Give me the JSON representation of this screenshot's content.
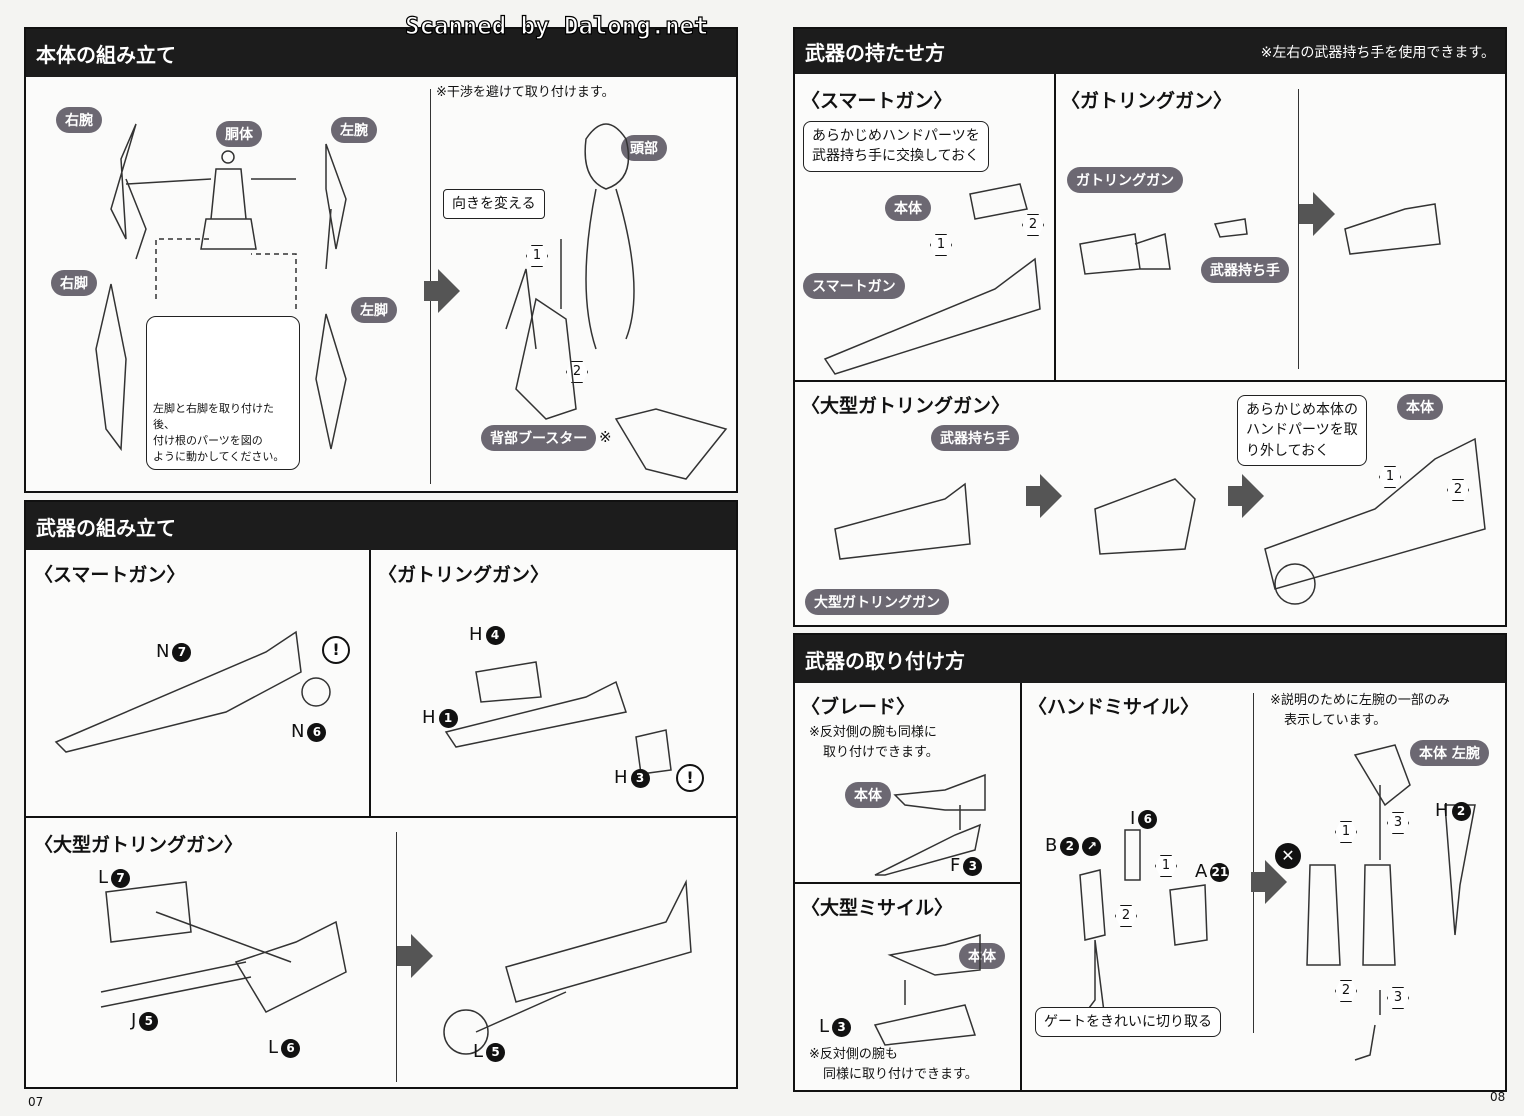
{
  "watermark": "Scanned by Dalong.net",
  "page_left": "07",
  "page_right": "08",
  "body_assembly": {
    "title": "本体の組み立て",
    "labels": {
      "right_arm": "右腕",
      "torso": "胴体",
      "left_arm": "左腕",
      "right_leg": "右脚",
      "left_leg": "左脚",
      "head": "頭部",
      "back_booster": "背部ブースター"
    },
    "booster_mark": "※",
    "note_interference": "※干渉を避けて取り付けます。",
    "turn_label": "向きを変える",
    "inset_note": [
      "左脚と右脚を取り付けた後、",
      "付け根のパーツを図の",
      "ように動かしてください。"
    ],
    "steps": [
      "1",
      "2"
    ]
  },
  "weapon_assembly": {
    "title": "武器の組み立て",
    "smart_gun": {
      "heading": "〈スマートガン〉",
      "parts": [
        {
          "letter": "N",
          "num": "7"
        },
        {
          "letter": "N",
          "num": "6"
        }
      ]
    },
    "gatling": {
      "heading": "〈ガトリングガン〉",
      "parts": [
        {
          "letter": "H",
          "num": "4"
        },
        {
          "letter": "H",
          "num": "1"
        },
        {
          "letter": "H",
          "num": "3"
        }
      ]
    },
    "large_gatling": {
      "heading": "〈大型ガトリングガン〉",
      "parts": [
        {
          "letter": "L",
          "num": "7"
        },
        {
          "letter": "J",
          "num": "5"
        },
        {
          "letter": "L",
          "num": "6"
        },
        {
          "letter": "L",
          "num": "5"
        }
      ]
    },
    "warn_icon": "!"
  },
  "weapon_holding": {
    "title": "武器の持たせ方",
    "note": "※左右の武器持ち手を使用できます。",
    "smart_gun": {
      "heading": "〈スマートガン〉",
      "callout": [
        "あらかじめハンドパーツを",
        "武器持ち手に交換しておく"
      ],
      "body_label": "本体",
      "gun_label": "スマートガン"
    },
    "gatling": {
      "heading": "〈ガトリングガン〉",
      "gun_label": "ガトリングガン",
      "hand_label": "武器持ち手"
    },
    "large_gatling": {
      "heading": "〈大型ガトリングガン〉",
      "hand_label": "武器持ち手",
      "gun_label": "大型ガトリングガン",
      "callout": [
        "あらかじめ本体の",
        "ハンドパーツを取",
        "り外しておく"
      ],
      "body_label": "本体"
    }
  },
  "weapon_mount": {
    "title": "武器の取り付け方",
    "blade": {
      "heading": "〈ブレード〉",
      "note": [
        "※反対側の腕も同様に",
        "取り付けできます。"
      ],
      "body_label": "本体",
      "part": {
        "letter": "F",
        "num": "3"
      }
    },
    "large_missile": {
      "heading": "〈大型ミサイル〉",
      "body_label": "本体",
      "part": {
        "letter": "L",
        "num": "3"
      },
      "note": [
        "※反対側の腕も",
        "同様に取り付けできます。"
      ]
    },
    "hand_missile": {
      "heading": "〈ハンドミサイル〉",
      "parts": [
        {
          "letter": "I",
          "num": "6"
        },
        {
          "letter": "B",
          "num": "2"
        },
        {
          "letter": "A",
          "num": "21"
        },
        {
          "letter": "H",
          "num": "2"
        }
      ],
      "gate_note": "ゲートをきれいに切り取る",
      "note": [
        "※説明のために左腕の一部のみ",
        "表示しています。"
      ],
      "arm_label": "本体 左腕",
      "steps": [
        "1",
        "2",
        "3"
      ]
    }
  }
}
